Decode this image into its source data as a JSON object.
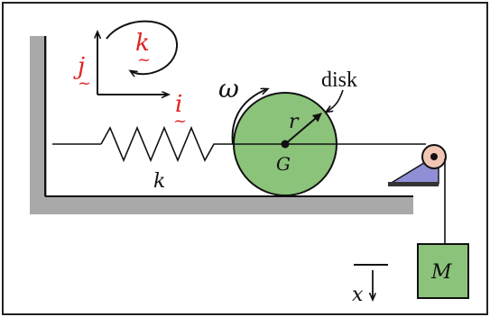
{
  "diagram": {
    "axes": {
      "i_label": "i",
      "j_label": "j",
      "k_label": "k"
    },
    "omega_label": "ω",
    "disk_label": "disk",
    "radius_label": "r",
    "center_label": "G",
    "spring_label": "k",
    "mass_label": "M",
    "displacement_label": "x",
    "colors": {
      "disk_fill": "#8bc37a",
      "mass_fill": "#8bc37a",
      "wall_shadow": "#a9a9a9",
      "pulley_fill": "#f2c6b5",
      "bracket_fill": "#8f8fd6",
      "unit_vector_red": "#e02020"
    }
  }
}
